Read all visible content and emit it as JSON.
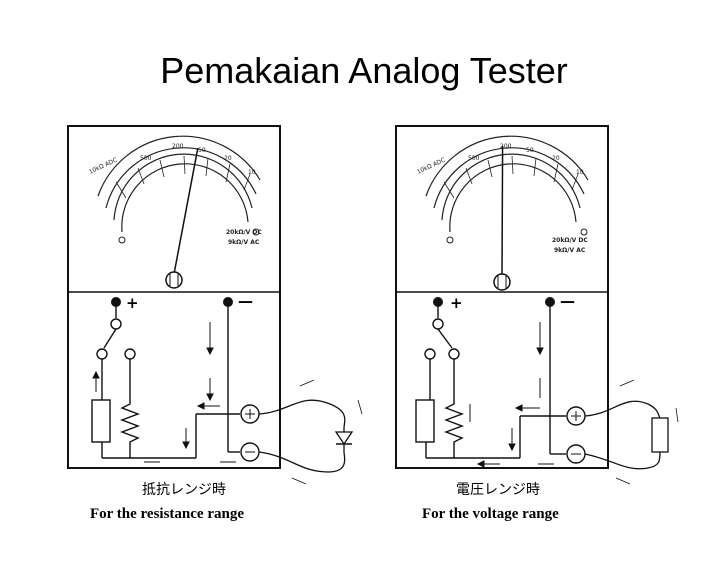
{
  "slide": {
    "title": "Pemakaian Analog Tester"
  },
  "left_tester": {
    "caption_jp": "抵抗レンジ時",
    "caption_en": "For the resistance range",
    "spec_line1": "20kΩ/V DC",
    "spec_line2": "9kΩ/V AC",
    "scale_top": "10kΩ ADC",
    "plus_sign": "+",
    "minus_sign": "—",
    "needle_fraction": 0.62,
    "external_component": "diode-icon"
  },
  "right_tester": {
    "caption_jp": "電圧レンジ時",
    "caption_en": "For the voltage range",
    "spec_line1": "20kΩ/V DC",
    "spec_line2": "9kΩ/V AC",
    "scale_top": "10kΩ ADC",
    "plus_sign": "+",
    "minus_sign": "—",
    "needle_fraction": 0.52,
    "external_component": "resistor-icon"
  },
  "colors": {
    "ink": "#111111",
    "background": "#ffffff"
  }
}
